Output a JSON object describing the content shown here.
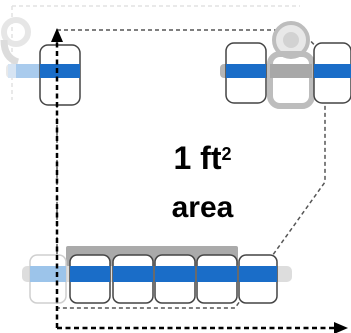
{
  "diagram": {
    "label": {
      "prefix": "1 ft",
      "exponent": "2",
      "word": "area"
    },
    "colors": {
      "stripe": "#1a6dc8",
      "stripe_faded": "#9cc4ea",
      "stripe_faint": "#b9d3ee",
      "cell_stroke": "#444444",
      "cell_stroke_faded": "#c8c8c8",
      "rail": "#a8a8a8",
      "rail_faded": "#dddddd",
      "axis": "#000000",
      "outline": "#555555"
    }
  }
}
